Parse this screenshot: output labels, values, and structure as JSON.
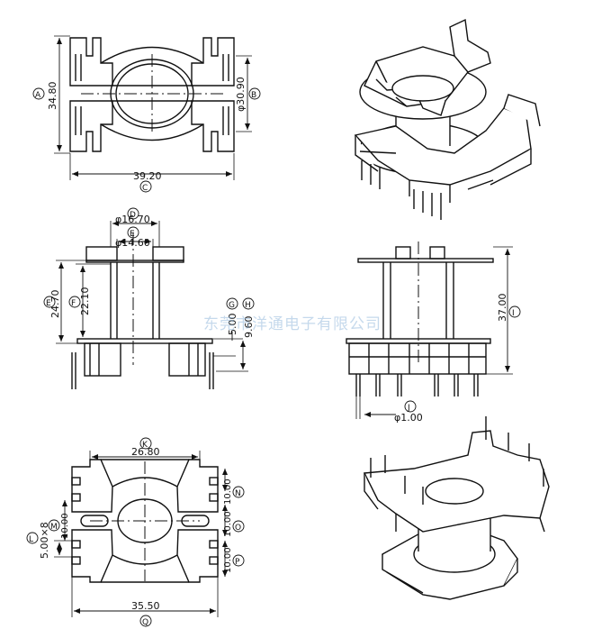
{
  "title": "",
  "watermark": "东莞市洋通电子有限公司",
  "colors": {
    "ink": "#111111",
    "watermark": "#a8c3e0"
  },
  "views": {
    "top": {
      "dim_a": "34.80",
      "callout_a": "A",
      "dim_b": "φ30.90",
      "callout_b": "B",
      "dim_c": "39.20",
      "callout_c": "C"
    },
    "front": {
      "dim_d": "φ16.70",
      "callout_d": "D",
      "dim_e": "φ14.60",
      "callout_e": "E",
      "dim_outer_h": "24.70",
      "callout_outer_h": "E",
      "dim_f": "22.10",
      "callout_f": "F",
      "dim_g": "5.00",
      "callout_g": "G",
      "dim_h": "9.60",
      "callout_h": "H"
    },
    "side": {
      "dim_i": "37.00",
      "callout_i": "I",
      "dim_j": "φ1.00",
      "callout_j": "J"
    },
    "bottom": {
      "dim_k": "26.80",
      "callout_k": "K",
      "dim_l": "5.00×8",
      "callout_l": "L",
      "dim_m": "10.00",
      "callout_m": "M",
      "dim_n": "10.00",
      "callout_n": "N",
      "dim_o": "10.00",
      "callout_o": "O",
      "dim_p": "10.00",
      "callout_p": "P",
      "dim_q": "35.50",
      "callout_q": "Q"
    }
  }
}
